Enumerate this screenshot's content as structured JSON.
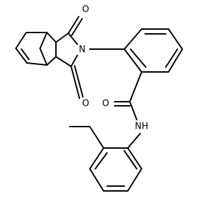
{
  "molecule": {
    "atoms": {
      "o_top": "O",
      "n_imide": "N",
      "o_bottom": "O",
      "o_amide": "O",
      "n_amide": "NH"
    },
    "colors": {
      "bond": "#000000",
      "label": "#000000",
      "background": "#ffffff"
    }
  }
}
